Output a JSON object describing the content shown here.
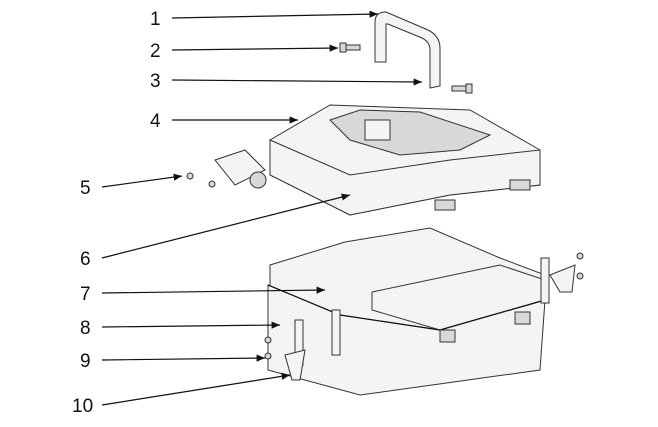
{
  "diagram": {
    "type": "exploded-view",
    "callouts": [
      "1",
      "2",
      "3",
      "4",
      "5",
      "6",
      "7",
      "8",
      "9",
      "10"
    ],
    "colors": {
      "line": "#333333",
      "fill": "#f4f4f4",
      "label": "#111111"
    }
  }
}
